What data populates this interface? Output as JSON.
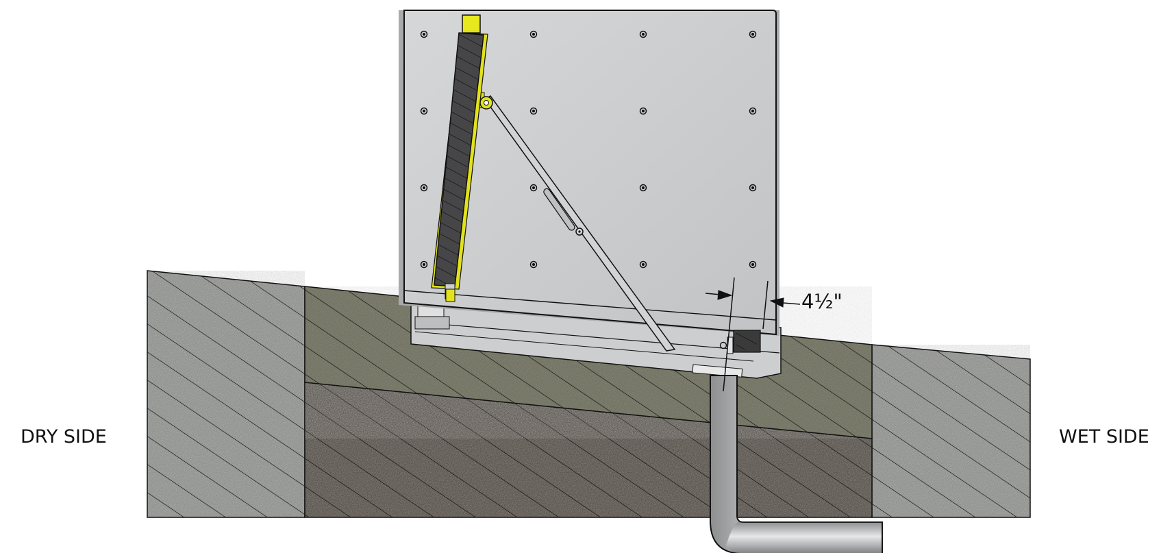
{
  "labels": {
    "dry_side": "DRY SIDE",
    "wet_side": "WET SIDE",
    "dimension": "4½\""
  },
  "colors": {
    "concrete": "#8c8e8a",
    "fill_soil": "#6b6c59",
    "subgrade": "#4b443c",
    "panel": "#cacbcc",
    "accent_yellow": "#e2e21c",
    "pipe": "#b9babb",
    "line": "#111111"
  }
}
